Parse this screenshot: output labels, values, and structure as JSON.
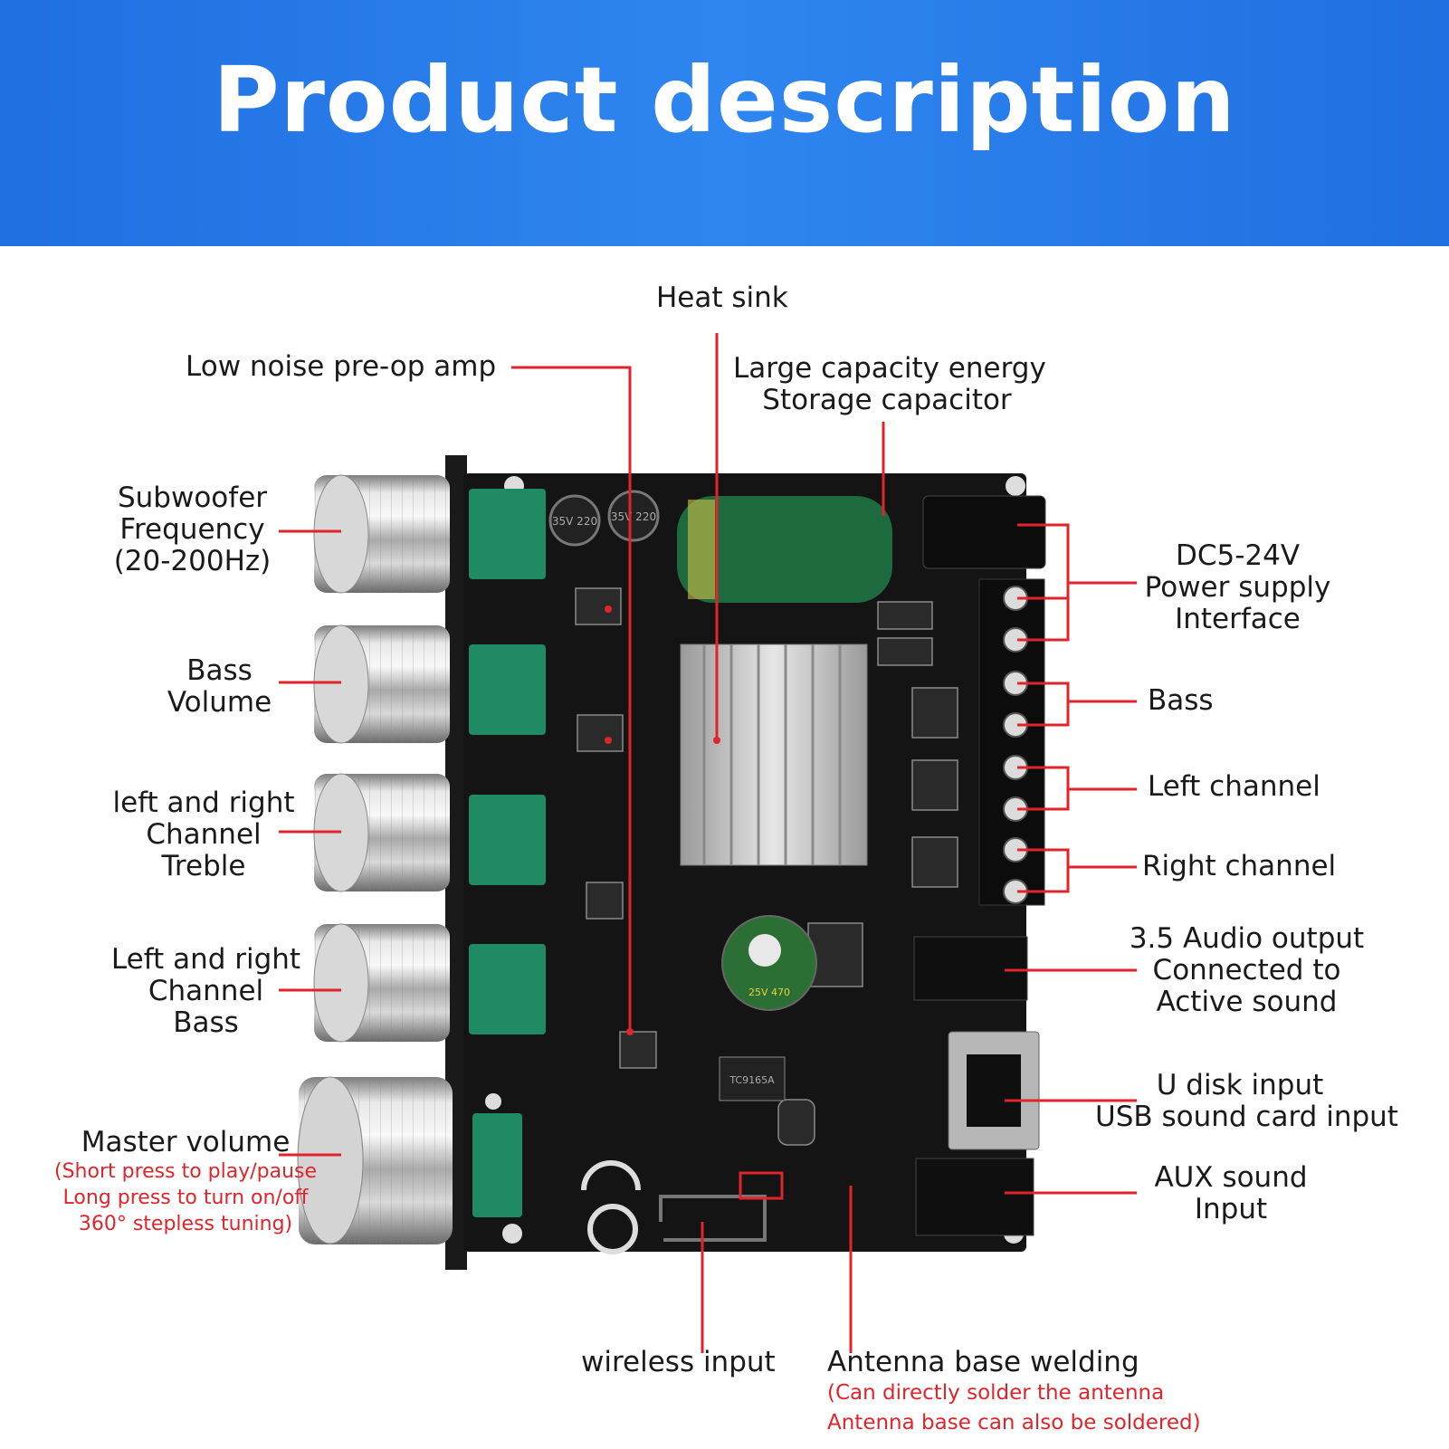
{
  "title": "Product description",
  "colors": {
    "banner": "#2a7ee8",
    "leader": "#e0242b",
    "board": "#141414",
    "knob": "#b8b8b8",
    "pot": "#1f8a63"
  },
  "labels": {
    "heat_sink": "Heat sink",
    "preamp": "Low noise pre-op amp",
    "capacitor": [
      "Large capacity energy",
      "Storage capacitor"
    ],
    "subwoofer": [
      "Subwoofer",
      "Frequency",
      "(20-200Hz)"
    ],
    "bass_volume": [
      "Bass",
      "Volume"
    ],
    "treble": [
      "left and right",
      "Channel",
      "Treble"
    ],
    "lr_bass": [
      "Left and right",
      "Channel",
      "Bass"
    ],
    "master": {
      "title": "Master volume",
      "notes": [
        "(Short press to play/pause",
        "Long press to turn on/off",
        "360° stepless tuning)"
      ]
    },
    "power": [
      "DC5-24V",
      "Power supply",
      "Interface"
    ],
    "bass_out": "Bass",
    "left": "Left channel",
    "right": "Right channel",
    "audio_out": [
      "3.5 Audio output",
      "Connected to",
      "Active sound"
    ],
    "usb": [
      "U disk input",
      "USB sound card input"
    ],
    "aux": [
      "AUX sound",
      "Input"
    ],
    "wireless": "wireless input",
    "antenna": {
      "title": "Antenna base welding",
      "notes": [
        "(Can directly solder the antenna",
        "Antenna base can also be soldered)"
      ]
    }
  },
  "chip_markings": {
    "cap_small": "35V 220",
    "cap_large": "25V 470",
    "ic": "TC9165A"
  }
}
